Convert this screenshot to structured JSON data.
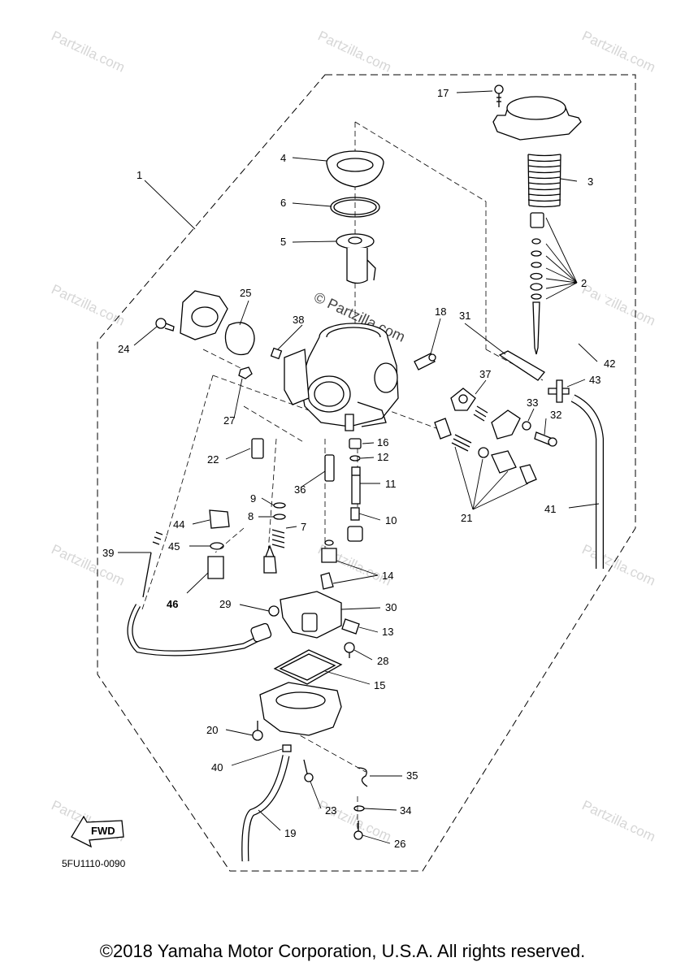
{
  "watermark": {
    "brand": "Partzilla.com",
    "corner_mark": "© Partzilla.com"
  },
  "labels": {
    "p1": "1",
    "p2": "2",
    "p3": "3",
    "p4": "4",
    "p5": "5",
    "p6": "6",
    "p7": "7",
    "p8": "8",
    "p9": "9",
    "p10": "10",
    "p11": "11",
    "p12": "12",
    "p13": "13",
    "p14": "14",
    "p15": "15",
    "p16": "16",
    "p17": "17",
    "p18": "18",
    "p19": "19",
    "p20": "20",
    "p21": "21",
    "p22": "22",
    "p23": "23",
    "p24": "24",
    "p25": "25",
    "p26": "26",
    "p27": "27",
    "p28": "28",
    "p29": "29",
    "p30": "30",
    "p31": "31",
    "p32": "32",
    "p33": "33",
    "p34": "34",
    "p35": "35",
    "p36": "36",
    "p37": "37",
    "p38": "38",
    "p39": "39",
    "p40": "40",
    "p41": "41",
    "p42": "42",
    "p43": "43",
    "p44": "44",
    "p45": "45",
    "p46": "46"
  },
  "fwd_label": "FWD",
  "diagram_code": "5FU1110-0090",
  "copyright": "©2018 Yamaha Motor Corporation, U.S.A. All rights reserved."
}
